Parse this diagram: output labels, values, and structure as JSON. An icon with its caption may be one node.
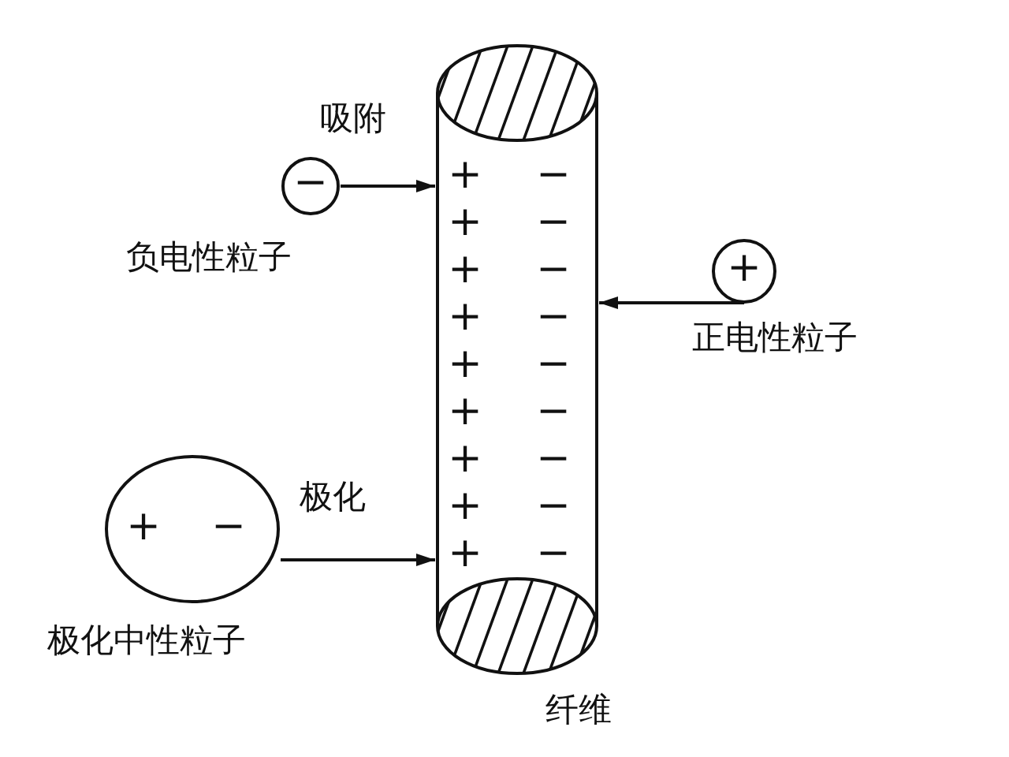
{
  "diagram": {
    "nodes": [
      {
        "text": [
          "纤维"
        ]
      },
      {
        "text": [
          "−"
        ],
        "beside": [
          "负电性粒子"
        ]
      },
      {
        "text": [
          "+"
        ],
        "beside": [
          "正电性粒子"
        ]
      },
      {
        "text": [
          "+",
          "−"
        ],
        "beside": [
          "极化中性粒子"
        ]
      }
    ],
    "edges": [
      {
        "from": 1,
        "to": 0,
        "arrow": "to",
        "label": "吸附"
      },
      {
        "from": 2,
        "to": 0,
        "arrow": "to"
      },
      {
        "from": 3,
        "to": 0,
        "arrow": "to",
        "label": "极化"
      }
    ],
    "labels": [
      "+",
      "−",
      "+",
      "−",
      "+",
      "−",
      "+",
      "−",
      "+",
      "−",
      "+",
      "−",
      "+",
      "−",
      "+",
      "−",
      "+",
      "−"
    ]
  }
}
